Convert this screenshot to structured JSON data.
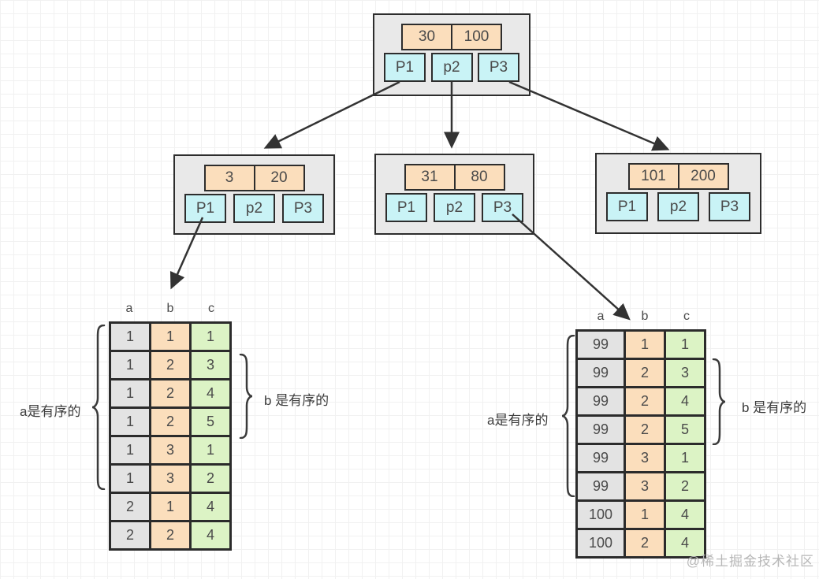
{
  "tree": {
    "root": {
      "keys": [
        "30",
        "100"
      ],
      "pointers": [
        "P1",
        "p2",
        "P3"
      ]
    },
    "children": [
      {
        "keys": [
          "3",
          "20"
        ],
        "pointers": [
          "P1",
          "p2",
          "P3"
        ]
      },
      {
        "keys": [
          "31",
          "80"
        ],
        "pointers": [
          "P1",
          "p2",
          "P3"
        ]
      },
      {
        "keys": [
          "101",
          "200"
        ],
        "pointers": [
          "P1",
          "p2",
          "P3"
        ]
      }
    ]
  },
  "left_table": {
    "headers": [
      "a",
      "b",
      "c"
    ],
    "rows": [
      [
        "1",
        "1",
        "1"
      ],
      [
        "1",
        "2",
        "3"
      ],
      [
        "1",
        "2",
        "4"
      ],
      [
        "1",
        "2",
        "5"
      ],
      [
        "1",
        "3",
        "1"
      ],
      [
        "1",
        "3",
        "2"
      ],
      [
        "2",
        "1",
        "4"
      ],
      [
        "2",
        "2",
        "4"
      ]
    ],
    "label_a": "a是有序的",
    "label_b": "b 是有序的"
  },
  "right_table": {
    "headers": [
      "a",
      "b",
      "c"
    ],
    "rows": [
      [
        "99",
        "1",
        "1"
      ],
      [
        "99",
        "2",
        "3"
      ],
      [
        "99",
        "2",
        "4"
      ],
      [
        "99",
        "2",
        "5"
      ],
      [
        "99",
        "3",
        "1"
      ],
      [
        "99",
        "3",
        "2"
      ],
      [
        "100",
        "1",
        "4"
      ],
      [
        "100",
        "2",
        "4"
      ]
    ],
    "label_a": "a是有序的",
    "label_b": "b 是有序的"
  },
  "watermark": "@稀土掘金技术社区",
  "colors": {
    "node_bg": "#e9e9e9",
    "key_cell": "#fbdebc",
    "pointer_cell": "#c9f3f6",
    "column_a": "#e3e3e3",
    "column_b": "#fbdebc",
    "column_c": "#dcf3c5",
    "border": "#2d2d2d"
  }
}
